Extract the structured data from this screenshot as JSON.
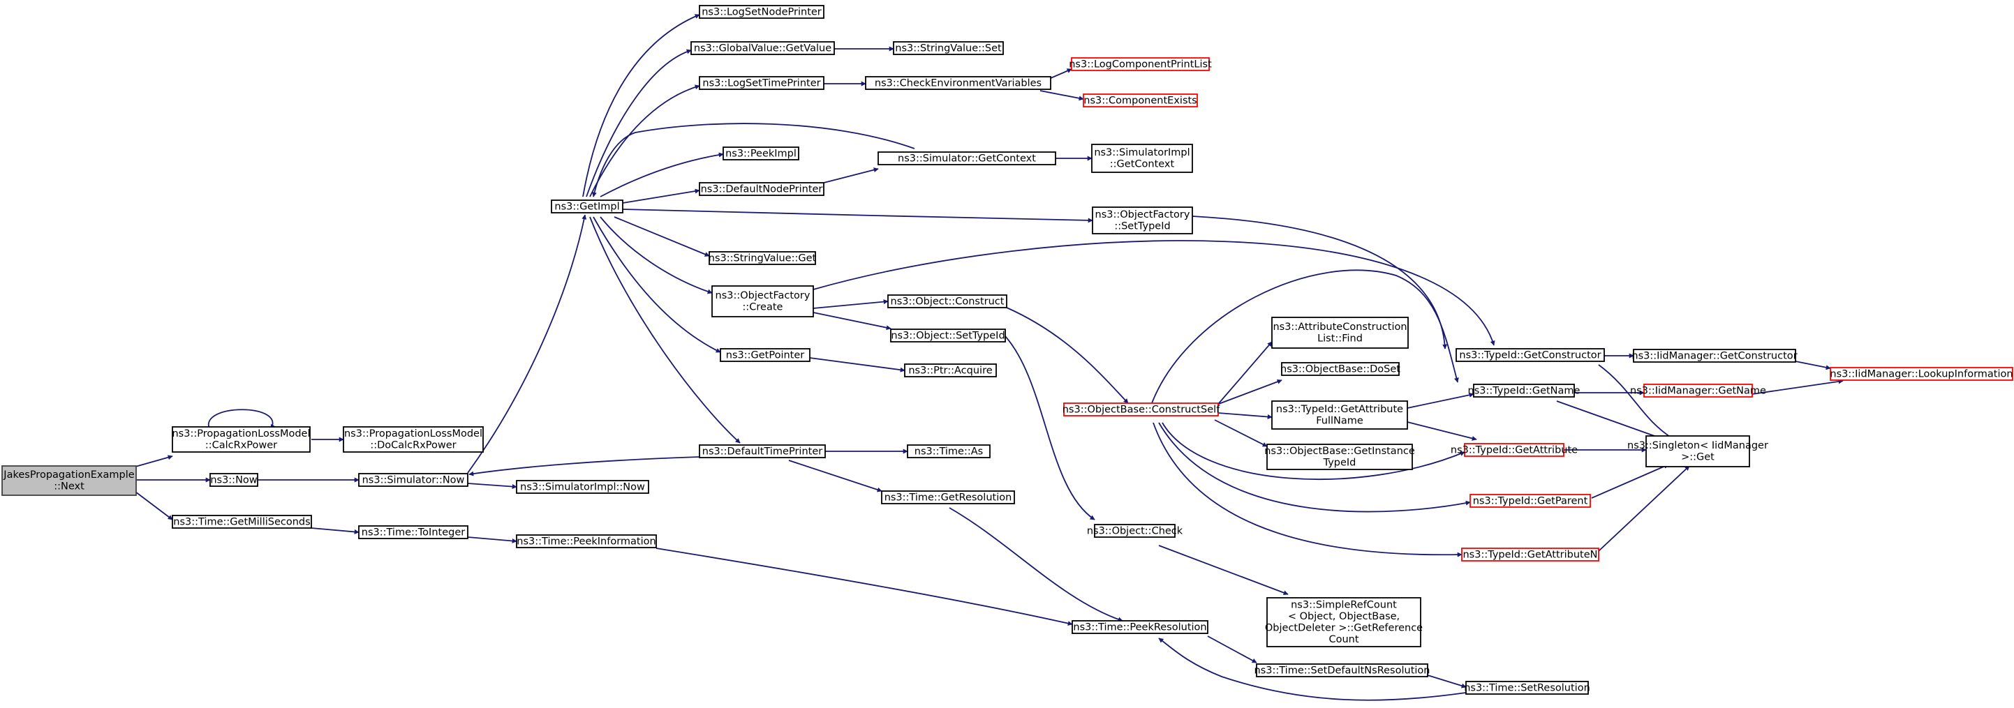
{
  "colors": {
    "edge": "#191970",
    "incomplete_border": "#ff0000",
    "root_fill": "#bfbfbf"
  },
  "nodes": [
    {
      "id": "root",
      "lines": [
        "JakesPropagationExample",
        "::Next"
      ],
      "style": "root"
    },
    {
      "id": "calcrx",
      "lines": [
        "ns3::PropagationLossModel",
        "::CalcRxPower"
      ]
    },
    {
      "id": "docalc",
      "lines": [
        "ns3::PropagationLossModel",
        "::DoCalcRxPower"
      ]
    },
    {
      "id": "now",
      "lines": [
        "ns3::Now"
      ]
    },
    {
      "id": "simnow",
      "lines": [
        "ns3::Simulator::Now"
      ]
    },
    {
      "id": "simimplnow",
      "lines": [
        "ns3::SimulatorImpl::Now"
      ]
    },
    {
      "id": "getms",
      "lines": [
        "ns3::Time::GetMilliSeconds"
      ]
    },
    {
      "id": "toint",
      "lines": [
        "ns3::Time::ToInteger"
      ]
    },
    {
      "id": "peekinfo",
      "lines": [
        "ns3::Time::PeekInformation"
      ]
    },
    {
      "id": "getimpl",
      "lines": [
        "ns3::GetImpl"
      ]
    },
    {
      "id": "lognodep",
      "lines": [
        "ns3::LogSetNodePrinter"
      ]
    },
    {
      "id": "gvget",
      "lines": [
        "ns3::GlobalValue::GetValue"
      ]
    },
    {
      "id": "svset",
      "lines": [
        "ns3::StringValue::Set"
      ]
    },
    {
      "id": "logtimep",
      "lines": [
        "ns3::LogSetTimePrinter"
      ]
    },
    {
      "id": "checkenv",
      "lines": [
        "ns3::CheckEnvironmentVariables"
      ]
    },
    {
      "id": "logcpl",
      "lines": [
        "ns3::LogComponentPrintList"
      ],
      "style": "red"
    },
    {
      "id": "compex",
      "lines": [
        "ns3::ComponentExists"
      ],
      "style": "red"
    },
    {
      "id": "peekimpl",
      "lines": [
        "ns3::PeekImpl"
      ]
    },
    {
      "id": "simctx",
      "lines": [
        "ns3::Simulator::GetContext"
      ]
    },
    {
      "id": "simimplctx",
      "lines": [
        "ns3::SimulatorImpl",
        "::GetContext"
      ]
    },
    {
      "id": "defnodep",
      "lines": [
        "ns3::DefaultNodePrinter"
      ]
    },
    {
      "id": "ofsettid",
      "lines": [
        "ns3::ObjectFactory",
        "::SetTypeId"
      ]
    },
    {
      "id": "svget",
      "lines": [
        "ns3::StringValue::Get"
      ]
    },
    {
      "id": "ofcreate",
      "lines": [
        "ns3::ObjectFactory",
        "::Create"
      ]
    },
    {
      "id": "objconst",
      "lines": [
        "ns3::Object::Construct"
      ]
    },
    {
      "id": "objsettid",
      "lines": [
        "ns3::Object::SetTypeId"
      ]
    },
    {
      "id": "getptr",
      "lines": [
        "ns3::GetPointer"
      ]
    },
    {
      "id": "ptracq",
      "lines": [
        "ns3::Ptr::Acquire"
      ]
    },
    {
      "id": "deftimep",
      "lines": [
        "ns3::DefaultTimePrinter"
      ]
    },
    {
      "id": "timeas",
      "lines": [
        "ns3::Time::As"
      ]
    },
    {
      "id": "getres",
      "lines": [
        "ns3::Time::GetResolution"
      ]
    },
    {
      "id": "objcheck",
      "lines": [
        "ns3::Object::Check"
      ]
    },
    {
      "id": "peekres",
      "lines": [
        "ns3::Time::PeekResolution"
      ]
    },
    {
      "id": "setdefns",
      "lines": [
        "ns3::Time::SetDefaultNsResolution"
      ]
    },
    {
      "id": "setres",
      "lines": [
        "ns3::Time::SetResolution"
      ]
    },
    {
      "id": "simplerc",
      "lines": [
        "ns3::SimpleRefCount",
        "< Object, ObjectBase,",
        "ObjectDeleter >::GetReference",
        "Count"
      ]
    },
    {
      "id": "obconstself",
      "lines": [
        "ns3::ObjectBase::ConstructSelf"
      ],
      "style": "red"
    },
    {
      "id": "attrfind",
      "lines": [
        "ns3::AttributeConstruction",
        "List::Find"
      ]
    },
    {
      "id": "obdoset",
      "lines": [
        "ns3::ObjectBase::DoSet"
      ]
    },
    {
      "id": "tidgafn",
      "lines": [
        "ns3::TypeId::GetAttribute",
        "FullName"
      ]
    },
    {
      "id": "obgitid",
      "lines": [
        "ns3::ObjectBase::GetInstance",
        "TypeId"
      ]
    },
    {
      "id": "tidgetctor",
      "lines": [
        "ns3::TypeId::GetConstructor"
      ]
    },
    {
      "id": "tidgetname",
      "lines": [
        "ns3::TypeId::GetName"
      ]
    },
    {
      "id": "tidgetattr",
      "lines": [
        "ns3::TypeId::GetAttribute"
      ],
      "style": "red"
    },
    {
      "id": "tidgetparent",
      "lines": [
        "ns3::TypeId::GetParent"
      ],
      "style": "red"
    },
    {
      "id": "tidgetattrn",
      "lines": [
        "ns3::TypeId::GetAttributeN"
      ],
      "style": "red"
    },
    {
      "id": "iidgetctor",
      "lines": [
        "ns3::IidManager::GetConstructor"
      ]
    },
    {
      "id": "iidgetname",
      "lines": [
        "ns3::IidManager::GetName"
      ],
      "style": "red"
    },
    {
      "id": "singleton",
      "lines": [
        "ns3::Singleton< IidManager",
        ">::Get"
      ]
    },
    {
      "id": "iidlookup",
      "lines": [
        "ns3::IidManager::LookupInformation"
      ],
      "style": "red"
    }
  ]
}
